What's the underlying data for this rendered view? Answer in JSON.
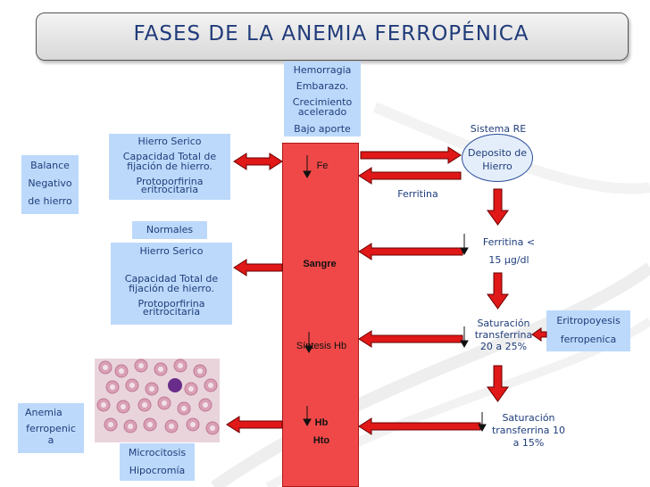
{
  "title": "FASES DE LA ANEMIA FERROPÉNICA",
  "causes": [
    "Hemorragia",
    "Embarazo.",
    "Crecimiento",
    "acelerado",
    "Bajo aporte"
  ],
  "balance": [
    "Balance",
    "Negativo",
    "de hierro"
  ],
  "stage1": [
    "Hierro Serico",
    "Capacidad  Total de",
    "fijación de hierro.",
    "Protoporfirina",
    "eritrocitaria"
  ],
  "normales": "Normales",
  "stage2": [
    "Hierro Serico",
    "Capacidad  Total de",
    "fijación de hierro.",
    "Protoporfirina",
    "eritrocitaria"
  ],
  "anemia": [
    "Anemia",
    "ferropenic",
    "a"
  ],
  "micro": [
    "Microcitosis",
    "Hipocromía"
  ],
  "column": {
    "fe": "Fe",
    "sangre": "Sangre",
    "sintesis": "Síntesis Hb",
    "hb": "Hb",
    "hto": "Hto"
  },
  "sistema_re": "Sistema RE",
  "deposito": [
    "Deposito",
    "de Hierro"
  ],
  "ferritina_left": "Ferritina",
  "ferritina_right": [
    "Ferritina",
    "< 15 μg/dl"
  ],
  "saturacion1": [
    "Saturación",
    "transferrina",
    "20 a 25%"
  ],
  "eritropoyesis": [
    "Eritropoyesis",
    "ferropenica"
  ],
  "saturacion2": [
    "Saturación",
    "transferrina",
    "10 a 15%"
  ]
}
